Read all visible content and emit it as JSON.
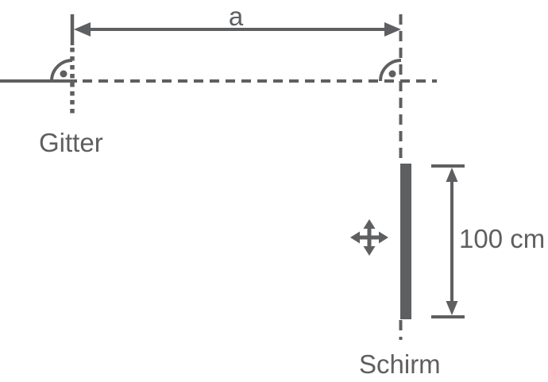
{
  "diagram": {
    "type": "optics-setup-diagram",
    "labels": {
      "distance": "a",
      "grating": "Gitter",
      "screen": "Schirm",
      "screen_height": "100 cm"
    },
    "colors": {
      "foreground": "#5e5f61",
      "background": "#ffffff"
    },
    "icons": {
      "move": "move-icon",
      "right_angle_marks": "right-angle-arc-with-dot"
    }
  }
}
